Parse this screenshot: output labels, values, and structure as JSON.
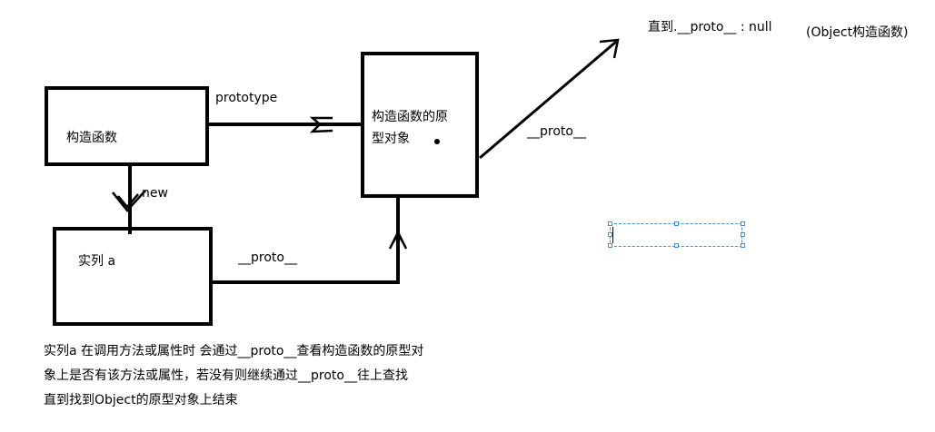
{
  "boxes": {
    "constructor": "构造函数",
    "prototype_object_line1": "构造函数的原",
    "prototype_object_line2": "型对象",
    "instance": "实列 a"
  },
  "edges": {
    "prototype": "prototype",
    "new": "new",
    "proto_instance": "__proto__",
    "proto_upper": "__proto__"
  },
  "top_labels": {
    "until_null": "直到.__proto__ : null",
    "object_constructor": "(Object构造函数)"
  },
  "note": {
    "line1": "实列a 在调用方法或属性时 会通过__proto__查看构造函数的原型对",
    "line2": "象上是否有该方法或属性，若没有则继续通过__proto__往上查找",
    "line3": "直到找到Object的原型对象上结束"
  },
  "colors": {
    "stroke": "#000000",
    "selection": "#4a90c8"
  }
}
